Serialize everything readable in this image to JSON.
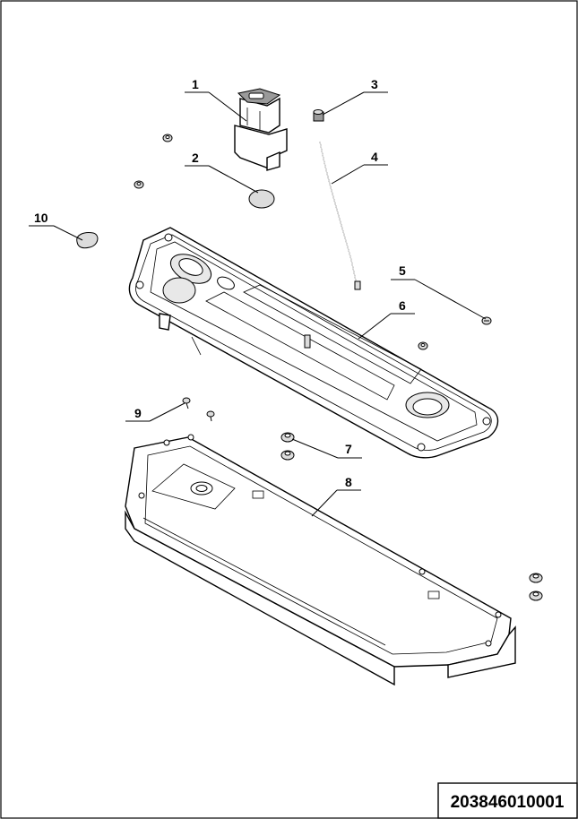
{
  "drawing": {
    "code": "203846010001",
    "callouts": [
      {
        "number": "1",
        "part": "switch"
      },
      {
        "number": "2",
        "part": "round-cap"
      },
      {
        "number": "3",
        "part": "small-nut"
      },
      {
        "number": "4",
        "part": "wire"
      },
      {
        "number": "5",
        "part": "screw"
      },
      {
        "number": "6",
        "part": "console-tray"
      },
      {
        "number": "7",
        "part": "push-rivet"
      },
      {
        "number": "8",
        "part": "bracket-frame"
      },
      {
        "number": "9",
        "part": "small-screw"
      },
      {
        "number": "10",
        "part": "teardrop-pad"
      }
    ]
  }
}
